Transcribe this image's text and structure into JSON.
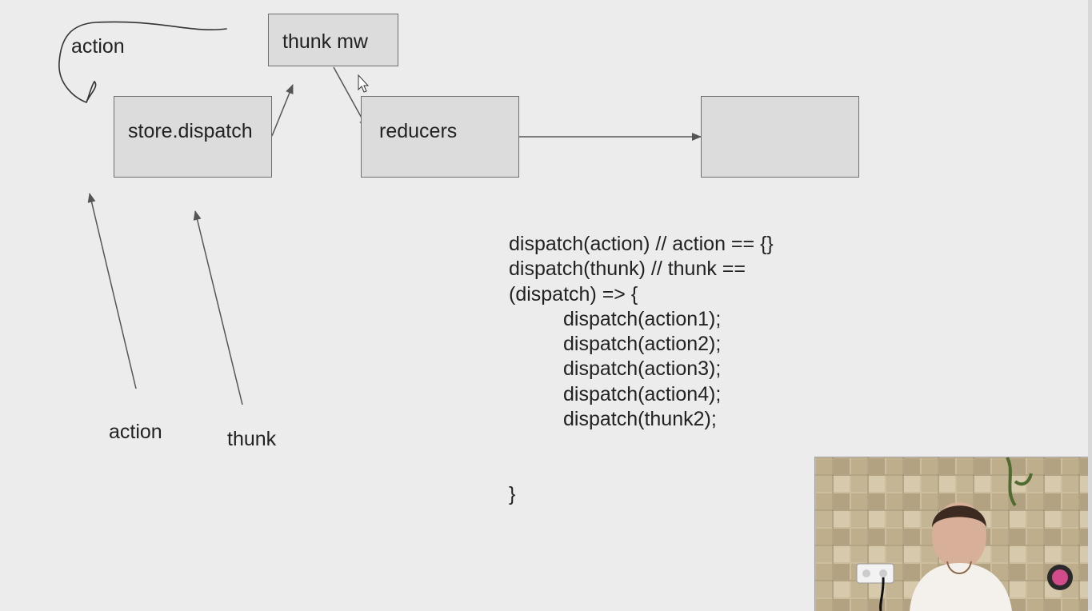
{
  "diagram": {
    "boxes": {
      "thunk_mw": "thunk mw",
      "store_dispatch": "store.dispatch",
      "reducers": "reducers",
      "output": ""
    },
    "labels": {
      "action_top": "action",
      "action_bottom": "action",
      "thunk_bottom": "thunk"
    },
    "edges": [
      {
        "from": "store.dispatch",
        "to": "thunk mw"
      },
      {
        "from": "thunk mw",
        "to": "reducers"
      },
      {
        "from": "reducers",
        "to": "output box"
      },
      {
        "from": "action",
        "to": "store.dispatch"
      },
      {
        "from": "thunk",
        "to": "store.dispatch"
      },
      {
        "from": "thunk mw",
        "to": "action (loop back)"
      }
    ]
  },
  "code": {
    "line1": "dispatch(action) // action == {}",
    "line2": "dispatch(thunk) // thunk ==",
    "line3": "(dispatch) => {",
    "line4": "dispatch(action1);",
    "line5": "dispatch(action2);",
    "line6": "dispatch(action3);",
    "line7": "dispatch(action4);",
    "line8": "dispatch(thunk2);",
    "line9": "}"
  },
  "webcam": {
    "description_icon": "webcam-presenter-thumbnail",
    "logo_icon": "channel-logo-icon"
  },
  "colors": {
    "background": "#ececec",
    "box_fill": "#dcdcdc",
    "box_border": "#6f6f6f",
    "stroke": "#555555",
    "text": "#222222"
  }
}
